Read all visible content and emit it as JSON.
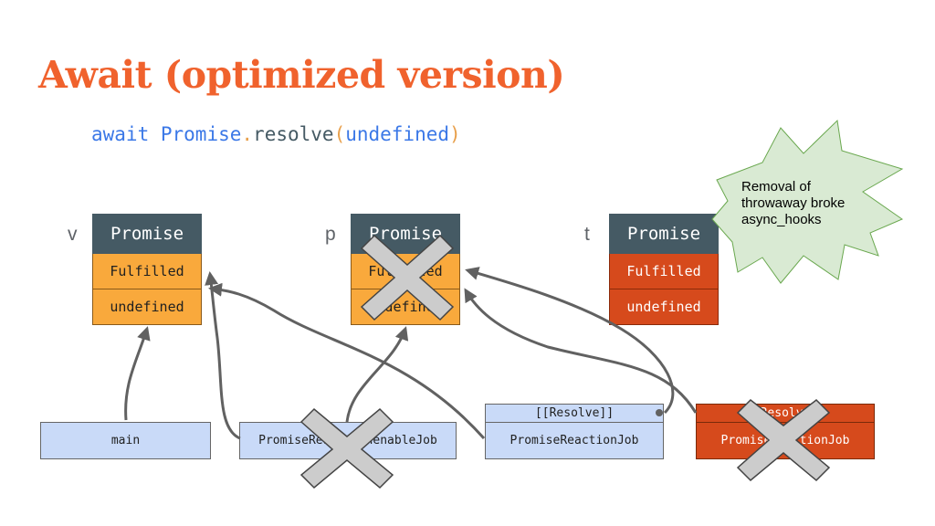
{
  "title": "Await (optimized version)",
  "code": {
    "await_kw": "await",
    "object": "Promise",
    "dot": ".",
    "method": "resolve",
    "open_paren": "(",
    "argument": "undefined",
    "close_paren": ")"
  },
  "promises": [
    {
      "var": "v",
      "header": "Promise",
      "state": "Fulfilled",
      "value": "undefined",
      "style": "orange",
      "crossed": false
    },
    {
      "var": "p",
      "header": "Promise",
      "state": "Fulfilled",
      "value": "undefined",
      "style": "orange",
      "crossed": true
    },
    {
      "var": "t",
      "header": "Promise",
      "state": "Fulfilled",
      "value": "undefined",
      "style": "red",
      "crossed": false
    }
  ],
  "jobs": {
    "main": "main",
    "thenable": "PromiseResolveThenableJob",
    "reaction": "PromiseReactionJob",
    "reaction_slot": "[[Resolve]]",
    "reaction_red": "PromiseReactionJob",
    "reaction_red_slot": "[[Resolve]]"
  },
  "callout": {
    "text": "Removal of throwaway broke async_hooks",
    "fill": "#d9ead3"
  },
  "colors": {
    "title": "#f0622d",
    "promise_header": "#455a64",
    "promise_orange": "#f9a93c",
    "promise_red": "#d64a1c",
    "job_blue": "#c9daf8",
    "cross_gray": "#cccccc"
  }
}
